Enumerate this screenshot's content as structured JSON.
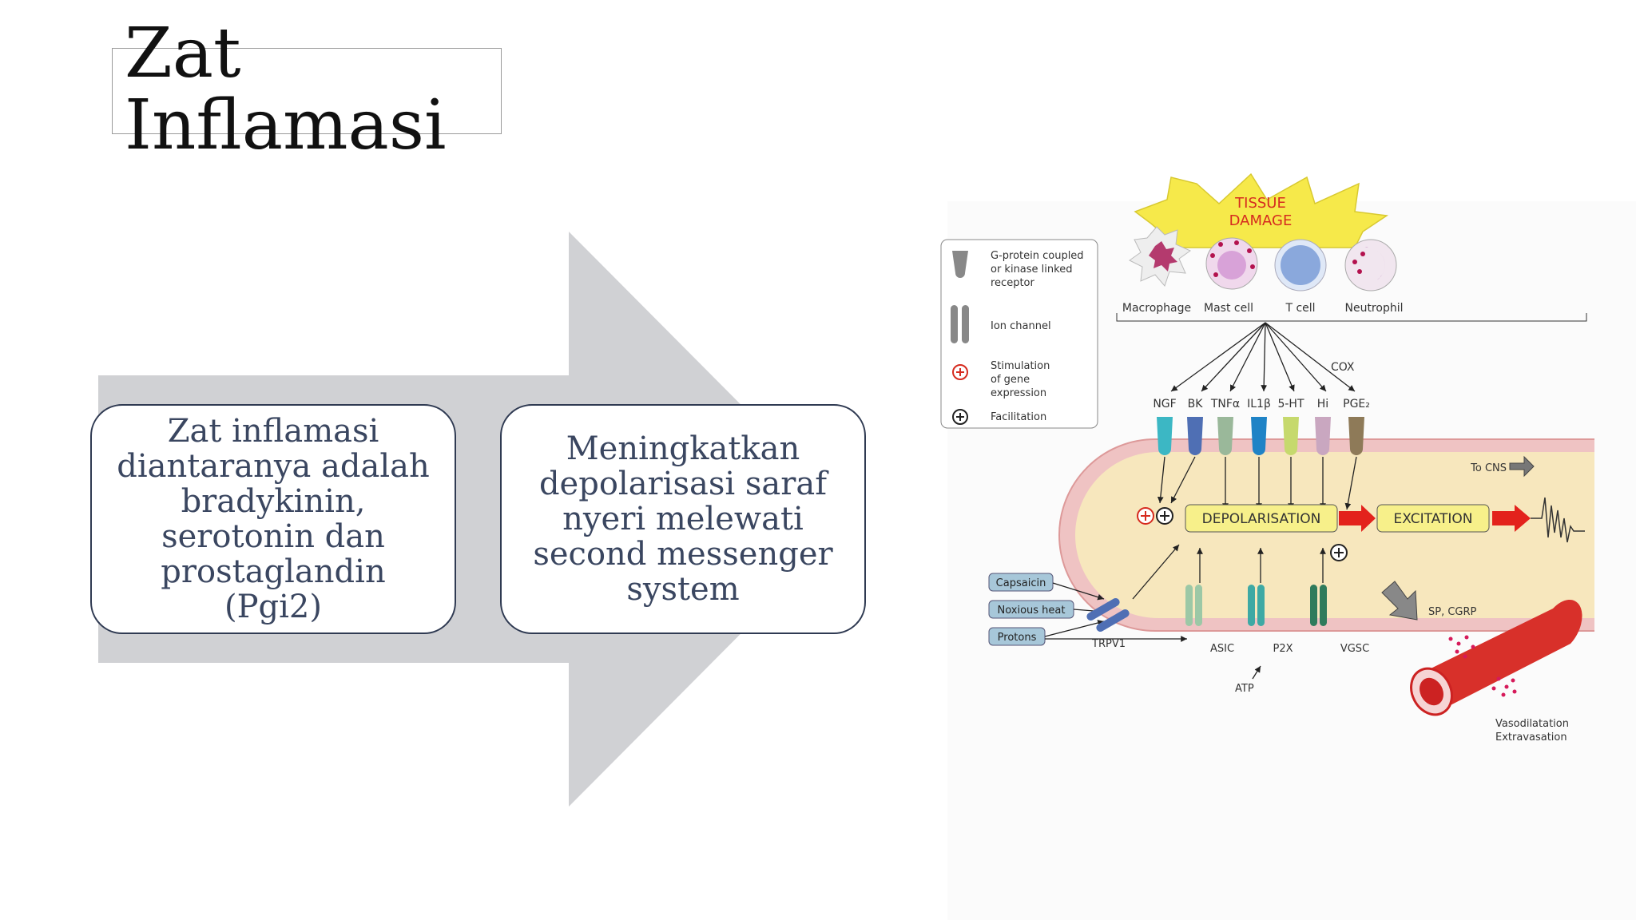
{
  "slide": {
    "title_line1": "Zat",
    "title_line2": "Inflamasi",
    "card1_text": "Zat inflamasi diantaranya adalah bradykinin, serotonin dan prostaglandin (Pgi2)",
    "card2_text": "Meningkatkan depolarisasi saraf nyeri melewati second messenger system"
  },
  "figure": {
    "damage_line1": "TISSUE",
    "damage_line2": "DAMAGE",
    "cells": [
      "Macrophage",
      "Mast cell",
      "T cell",
      "Neutrophil"
    ],
    "legend": {
      "gpcr_line1": "G-protein coupled",
      "gpcr_line2": "or kinase linked",
      "gpcr_line3": "receptor",
      "ion_channel": "Ion channel",
      "stim_line1": "Stimulation",
      "stim_line2": "of gene",
      "stim_line3": "expression",
      "facilitation": "Facilitation"
    },
    "cox": "COX",
    "mediators": [
      "NGF",
      "BK",
      "TNFα",
      "IL1β",
      "5-HT",
      "Hi",
      "PGE₂"
    ],
    "depolarisation": "DEPOLARISATION",
    "excitation": "EXCITATION",
    "to_cns": "To CNS",
    "stimuli": [
      "Capsaicin",
      "Noxious heat",
      "Protons"
    ],
    "channels": [
      "TRPV1",
      "ASIC",
      "P2X",
      "VGSC"
    ],
    "atp": "ATP",
    "sp_cgrp": "SP, CGRP",
    "vaso_line1": "Vasodilatation",
    "vaso_line2": "Extravasation",
    "colors": {
      "damage": "#f6e94a",
      "damage_text": "#d62b1f",
      "nerve": "#f7e7bd",
      "nerve_edge": "#e3a5a5",
      "label_fill": "#f7f08a",
      "arrow_red": "#e3221c"
    }
  }
}
